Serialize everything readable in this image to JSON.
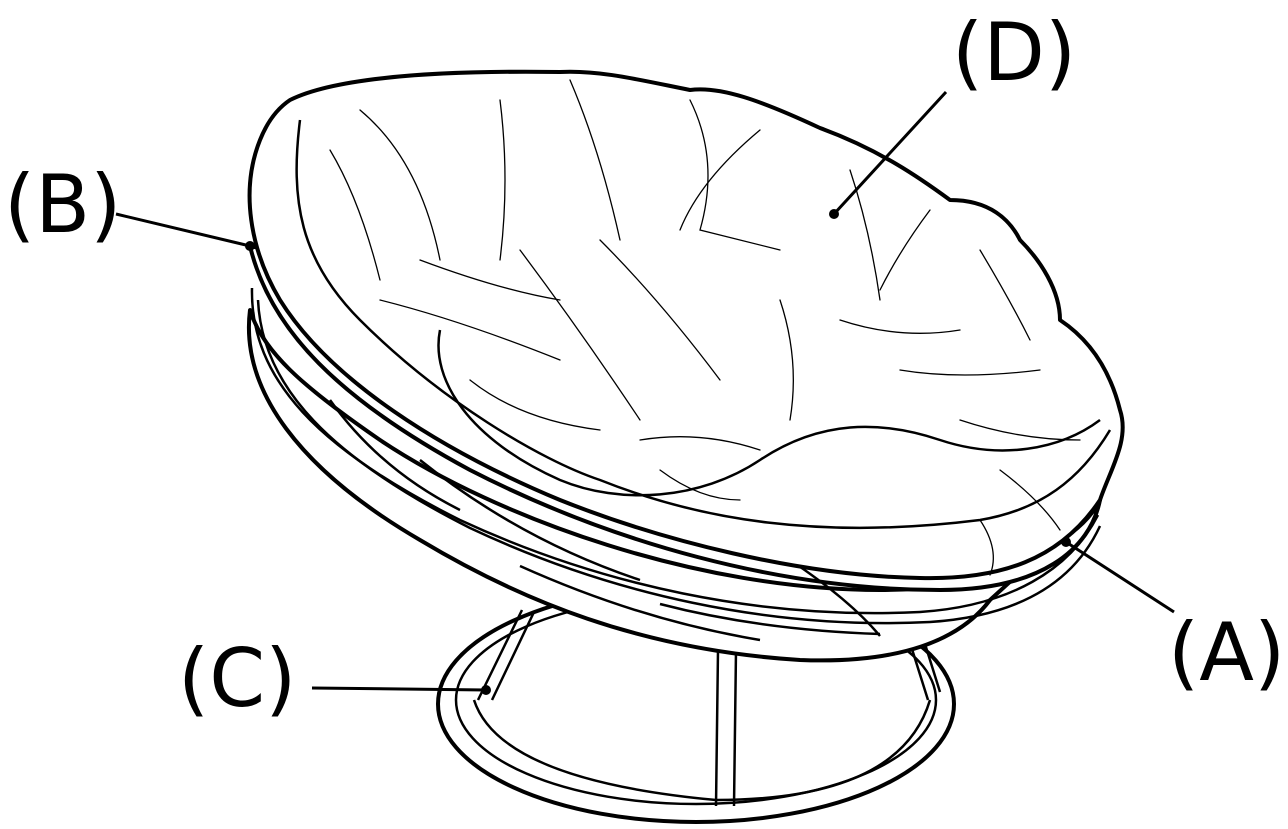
{
  "callouts": [
    {
      "id": "A",
      "label": "(A)"
    },
    {
      "id": "B",
      "label": "(B)"
    },
    {
      "id": "C",
      "label": "(C)"
    },
    {
      "id": "D",
      "label": "(D)"
    }
  ],
  "colors": {
    "ink": "#000000",
    "paper": "#ffffff"
  }
}
